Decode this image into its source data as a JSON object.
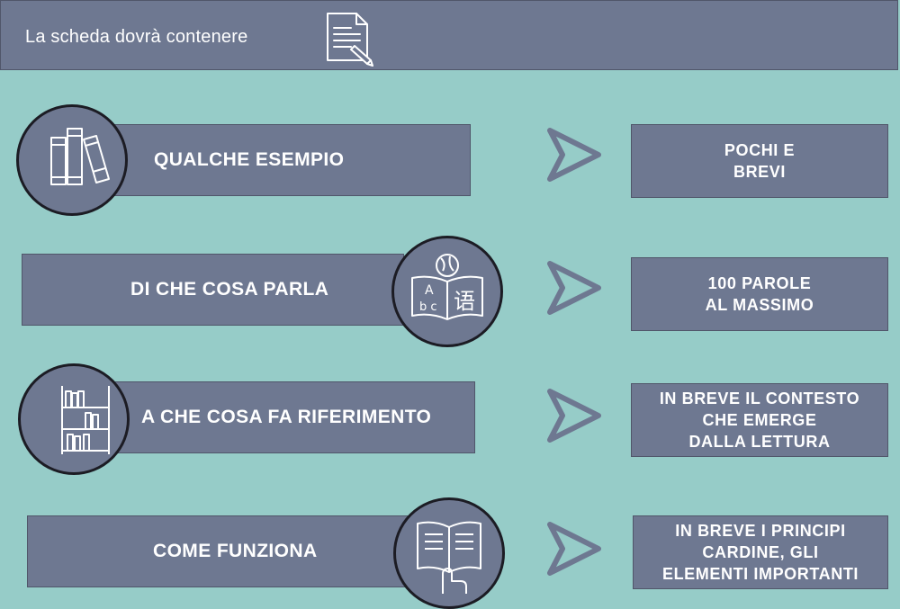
{
  "header": {
    "title": "La scheda dovrà contenere",
    "icon": "document-pencil-icon"
  },
  "rows": [
    {
      "label": "QUALCHE ESEMPIO",
      "icon": "books-icon",
      "detail": "POCHI E\nBREVI"
    },
    {
      "label": "DI CHE COSA PARLA",
      "icon": "globe-book-icon",
      "detail": "100 PAROLE\nAL MASSIMO"
    },
    {
      "label": "A CHE COSA FA RIFERIMENTO",
      "icon": "bookshelf-icon",
      "detail": "IN BREVE IL CONTESTO\nCHE EMERGE\nDALLA LETTURA"
    },
    {
      "label": "COME FUNZIONA",
      "icon": "hand-reading-book-icon",
      "detail": "IN BREVE I PRINCIPI\nCARDINE, GLI\nELEMENTI IMPORTANTI"
    }
  ],
  "colors": {
    "background": "#96ccc8",
    "panel": "#6e7891",
    "circle_border": "#1c1c24",
    "arrow": "#6e7891",
    "text": "#ffffff"
  }
}
